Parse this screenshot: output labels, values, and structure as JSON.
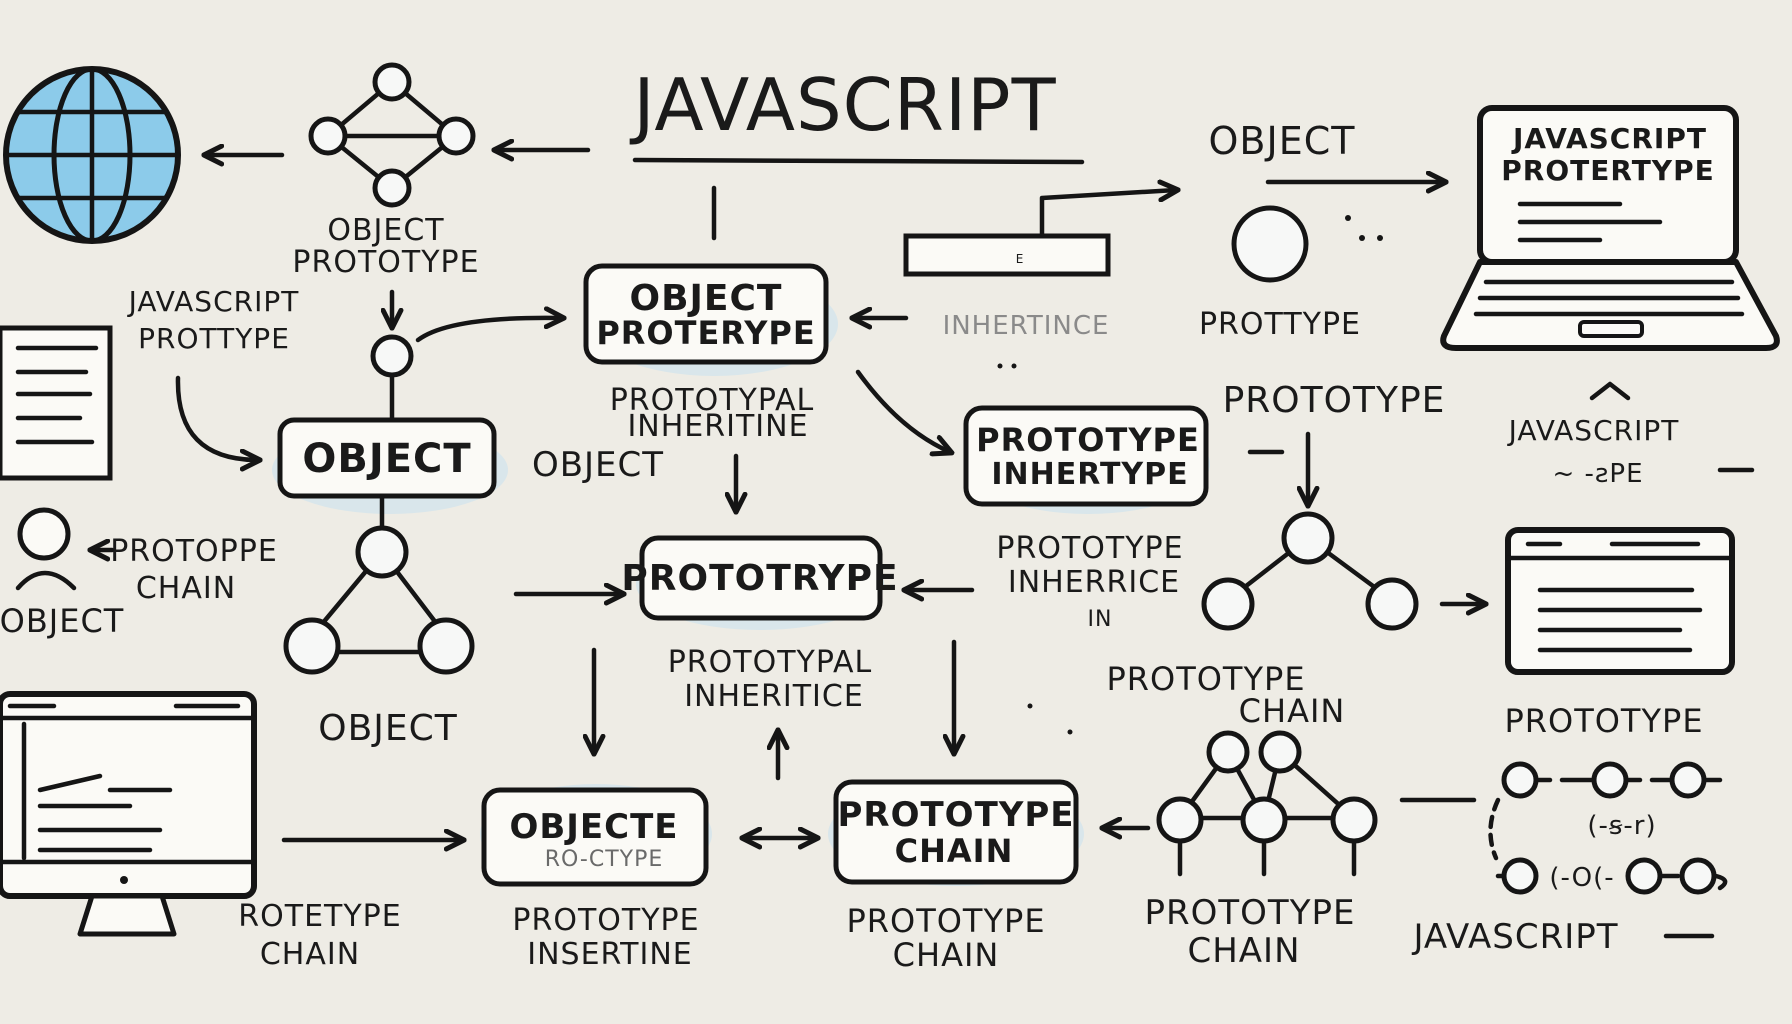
{
  "title": "JAVASCRIPT",
  "colors": {
    "background": "#eeece5",
    "ink": "#151515",
    "accent_blue": "#8ccbea",
    "glow": "#bfe1f2"
  },
  "icons": {
    "globe": "globe-icon",
    "laptop": "laptop-icon",
    "document": "document-icon",
    "monitor": "monitor-icon",
    "browser_window": "browser-window-icon",
    "person": "person-icon"
  },
  "boxes": {
    "object_prototype_top": [
      "OBJECT",
      "PROTERYPE"
    ],
    "object_mid": "OBJECT",
    "prototype_center": "PROTOTRYPE",
    "prototype_inheritance": [
      "PROTOTYPE",
      "INHERTYPE"
    ],
    "objecte_bottom": [
      "OBJECTE",
      "RO-CTYPE"
    ],
    "prototype_chain_bottom": [
      "PROTOTYPE",
      "CHAIN"
    ],
    "input_bar_text": "E"
  },
  "laptop_screen": [
    "JAVASCRIPT",
    "PROTERTYPE"
  ],
  "labels": {
    "object_prototype_left": [
      "OBJECT",
      "PROTOTYPE"
    ],
    "javascript_prototype_left": [
      "JAVASCRIPT",
      "PROTTYPE"
    ],
    "object_top_right": "OBJECT",
    "inheritance_faded": "INHERTINCE",
    "prottype_top_right": "PROTTYPE",
    "prototypal_inheritance_1": [
      "PROTOTYPAL",
      "INHERITINE"
    ],
    "object_mid_label": "OBJECT",
    "prototype_right": "PROTOTYPE",
    "javascript_right": "JAVASCRIPT",
    "javascript_right_sub": "~ -ƨPE",
    "protoppe_chain": [
      "PROTOPPE",
      "CHAIN"
    ],
    "object_far_left": "OBJECT",
    "prototype_inherrice": [
      "PROTOTYPE",
      "INHERRICE",
      "IN"
    ],
    "prototypal_inheritance_2": [
      "PROTOTYPAL",
      "INHERITICE"
    ],
    "object_lower_left": "OBJECT",
    "prototype_chain_right": [
      "PROTOTYPE",
      "CHAIN"
    ],
    "prototype_far_right": "PROTOTYPE",
    "rotetype_chain": [
      "ROTETYPE",
      "CHAIN"
    ],
    "prototype_insertine": [
      "PROTOTYPE",
      "INSERTINE"
    ],
    "prototype_chain_bottom_label": [
      "PROTOTYPE",
      "CHAIN"
    ],
    "prototype_chain_bottom_right": [
      "PROTOTYPE",
      "CHAIN"
    ],
    "javascript_bottom_right": "JAVASCRIPT",
    "code_fragment_1": "(-ꞩ-r)",
    "code_fragment_2": "(-O(-"
  }
}
